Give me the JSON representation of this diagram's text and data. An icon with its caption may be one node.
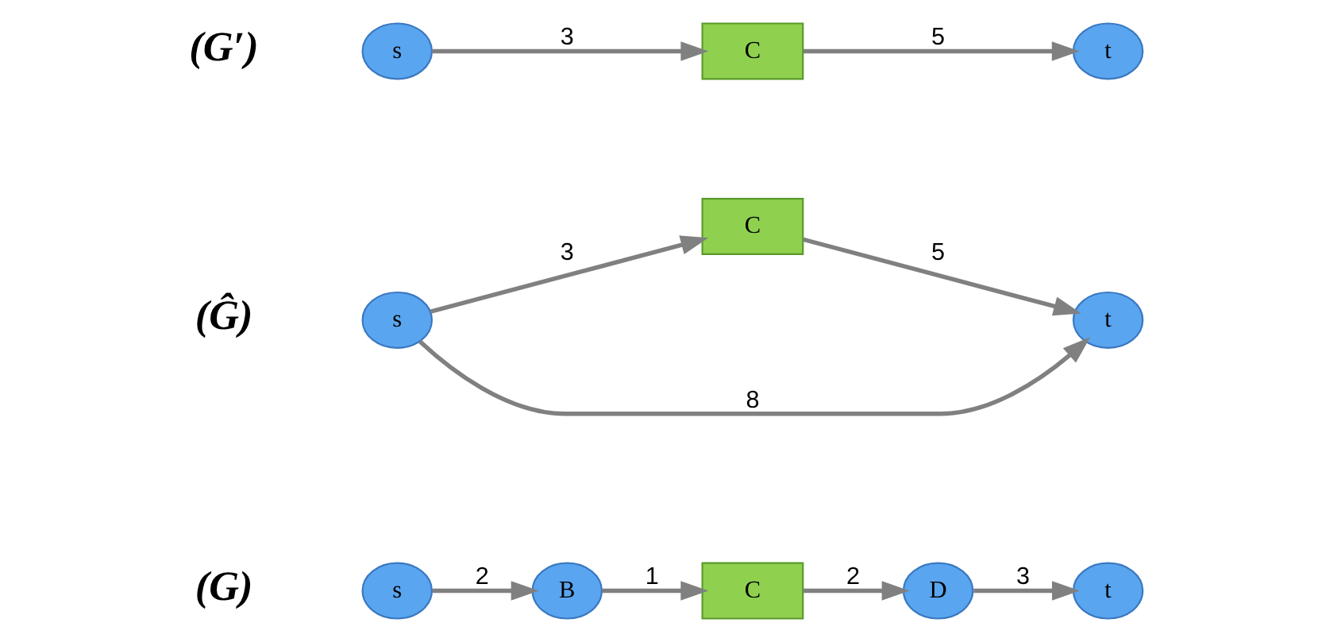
{
  "diagram": {
    "nodes": [
      {
        "text": [
          "s"
        ]
      },
      {
        "text": [
          "B"
        ]
      },
      {
        "text": [
          "C"
        ]
      },
      {
        "text": [
          "D"
        ]
      },
      {
        "text": [
          "t"
        ]
      },
      {
        "text": [
          "s"
        ]
      },
      {
        "text": [
          "C"
        ]
      },
      {
        "text": [
          "t"
        ]
      },
      {
        "text": [
          "s"
        ]
      },
      {
        "text": [
          "C"
        ]
      },
      {
        "text": [
          "t"
        ]
      }
    ],
    "edges": [
      {
        "from": 0,
        "to": 1,
        "arrow": "to",
        "label": "2"
      },
      {
        "from": 1,
        "to": 2,
        "arrow": "to",
        "label": "1"
      },
      {
        "from": 2,
        "to": 3,
        "arrow": "to",
        "label": "2"
      },
      {
        "from": 3,
        "to": 4,
        "arrow": "to",
        "label": "3"
      },
      {
        "from": 5,
        "to": 7,
        "arrow": "to",
        "label": "8"
      },
      {
        "from": 5,
        "to": 6,
        "arrow": "to",
        "label": "3"
      },
      {
        "from": 6,
        "to": 7,
        "arrow": "to",
        "label": "5"
      },
      {
        "from": 8,
        "to": 9,
        "arrow": "to",
        "label": "3"
      },
      {
        "from": 9,
        "to": 10,
        "arrow": "to",
        "label": "5"
      }
    ],
    "labels": [
      "(G)",
      "(Ĝ)",
      "(G′)"
    ]
  }
}
